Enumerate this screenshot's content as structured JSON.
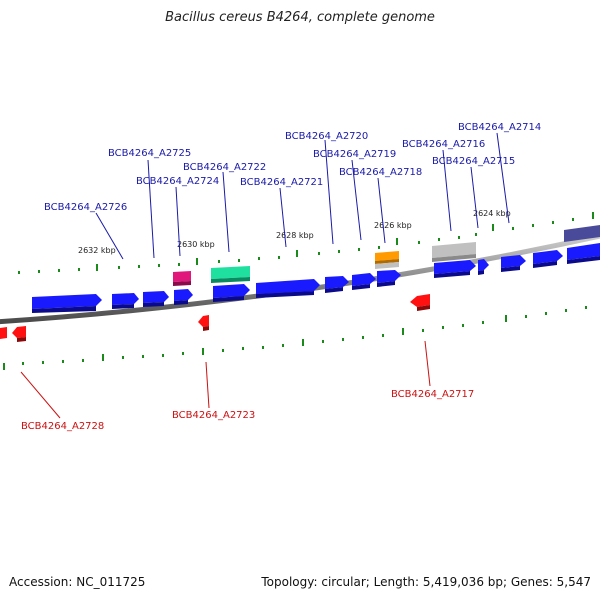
{
  "header": {
    "title": "Bacillus cereus B4264, complete genome"
  },
  "footer": {
    "accession": "Accession: NC_011725",
    "topology": "Topology: circular; Length: 5,419,036 bp; Genes: 5,547"
  },
  "kbp_labels": [
    "2632 kbp",
    "2630 kbp",
    "2628 kbp",
    "2626 kbp",
    "2624 kbp"
  ],
  "forward_gene_labels": [
    "BCB4264_A2726",
    "BCB4264_A2725",
    "BCB4264_A2724",
    "BCB4264_A2722",
    "BCB4264_A2721",
    "BCB4264_A2720",
    "BCB4264_A2719",
    "BCB4264_A2718",
    "BCB4264_A2716",
    "BCB4264_A2715",
    "BCB4264_A2714"
  ],
  "reverse_gene_labels": [
    "BCB4264_A2728",
    "BCB4264_A2723",
    "BCB4264_A2717"
  ],
  "colors": {
    "forward_label": "#1a1aaa",
    "reverse_label": "#cc1111",
    "forward_gene": "#1a1aff",
    "reverse_gene": "#ff1111",
    "rrna": "#e0187c",
    "trna": "#20e0a0",
    "orange_feature": "#ff9a00",
    "grey_feature": "#c0c0c0",
    "dark_feature": "#4a4a9a",
    "tick": "#1a8a1a",
    "backbone": "#888888"
  }
}
